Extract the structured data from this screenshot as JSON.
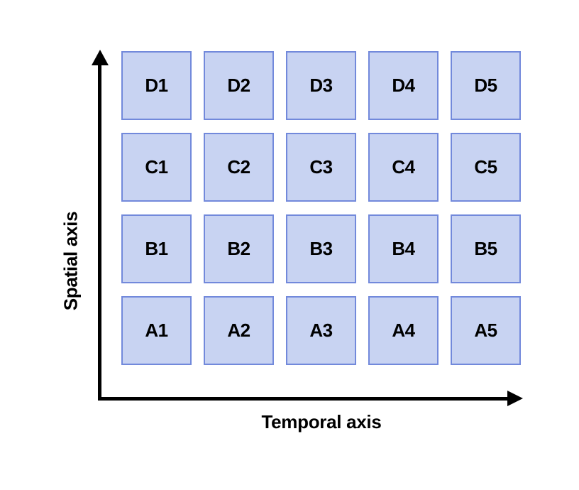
{
  "diagram": {
    "y_axis": {
      "label": "Spatial axis"
    },
    "x_axis": {
      "label": "Temporal axis"
    },
    "grid": {
      "columns": 5,
      "row_letters": [
        "D",
        "C",
        "B",
        "A"
      ],
      "cells": [
        "D1",
        "D2",
        "D3",
        "D4",
        "D5",
        "C1",
        "C2",
        "C3",
        "C4",
        "C5",
        "B1",
        "B2",
        "B3",
        "B4",
        "B5",
        "A1",
        "A2",
        "A3",
        "A4",
        "A5"
      ]
    },
    "colors": {
      "background": "#FFFFFF",
      "cell_fill": "#C8D3F2",
      "cell_border": "#7289DB",
      "axis": "#000000",
      "text": "#000000"
    }
  }
}
